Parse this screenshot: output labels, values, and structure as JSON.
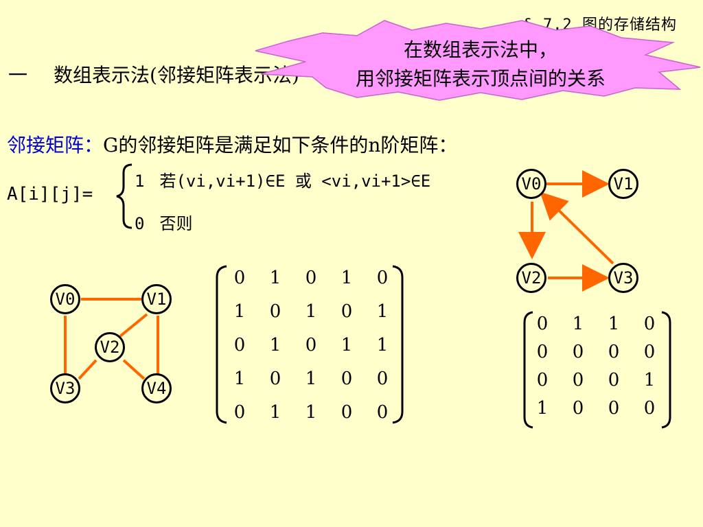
{
  "header": {
    "section_title": "§ 7.2  图的存储结构"
  },
  "heading": {
    "number": "一",
    "text": "数组表示法(邻接矩阵表示法)"
  },
  "callout": {
    "line1": "在数组表示法中，",
    "line2": "用邻接矩阵表示顶点间的关系",
    "color": "#FF99FF"
  },
  "definition": {
    "term": "邻接矩阵：",
    "text": "G的邻接矩阵是满足如下条件的n阶矩阵："
  },
  "formula": {
    "lhs": "A[i][j]=",
    "case1_value": "1",
    "case1_condition": "若(vi,vi+1)∈E 或 <vi,vi+1>∈E",
    "case0_value": "0",
    "case0_condition": "否则"
  },
  "undirected_graph": {
    "nodes": [
      "V0",
      "V1",
      "V2",
      "V3",
      "V4"
    ],
    "edge_color": "#FF6600",
    "matrix": [
      [
        0,
        1,
        0,
        1,
        0
      ],
      [
        1,
        0,
        1,
        0,
        1
      ],
      [
        0,
        1,
        0,
        1,
        1
      ],
      [
        1,
        0,
        1,
        0,
        0
      ],
      [
        0,
        1,
        1,
        0,
        0
      ]
    ]
  },
  "directed_graph": {
    "nodes": [
      "V0",
      "V1",
      "V2",
      "V3"
    ],
    "edge_color": "#FF6600",
    "matrix": [
      [
        0,
        1,
        1,
        0
      ],
      [
        0,
        0,
        0,
        0
      ],
      [
        0,
        0,
        0,
        1
      ],
      [
        1,
        0,
        0,
        0
      ]
    ]
  }
}
